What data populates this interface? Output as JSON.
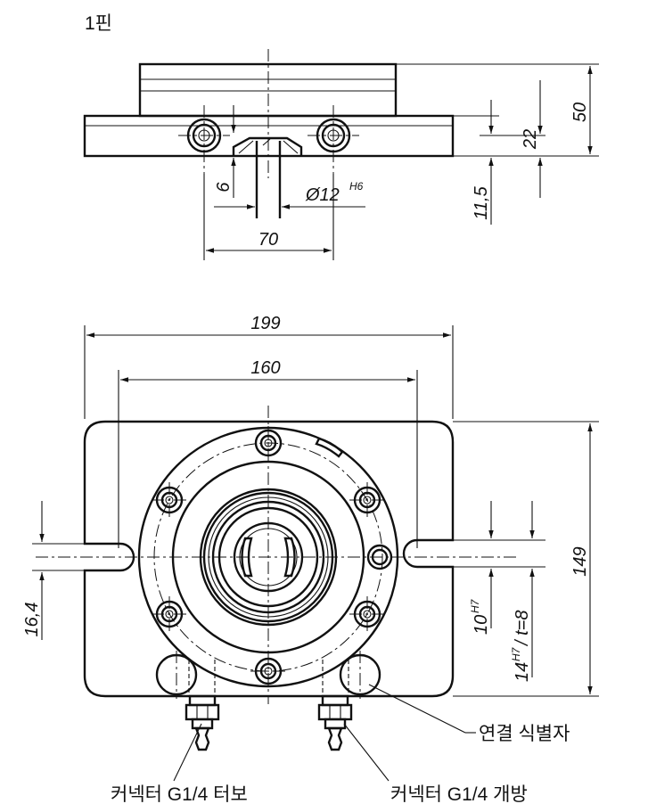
{
  "pin_label": "1핀",
  "top_view": {
    "dim_height_total": "50",
    "dim_height_plate": "22",
    "dim_lower": "11,5",
    "dim_small": "6",
    "dim_bore_value": "Ø12",
    "dim_bore_tol": "H6",
    "dim_bolt_spacing": "70"
  },
  "front_view": {
    "dim_width_total": "199",
    "dim_width_inner": "160",
    "dim_height_total": "149",
    "dim_slot": "16,4",
    "dim_slot_width_value": "10",
    "dim_slot_width_tol": "H7",
    "dim_key_value": "14",
    "dim_key_tol": "H7",
    "dim_key_depth": "/ t=8"
  },
  "callouts": {
    "connection_id": "연결 식별자",
    "connector_turbo": "커넥터 G1/4 터보",
    "connector_open": "커넥터 G1/4 개방"
  }
}
